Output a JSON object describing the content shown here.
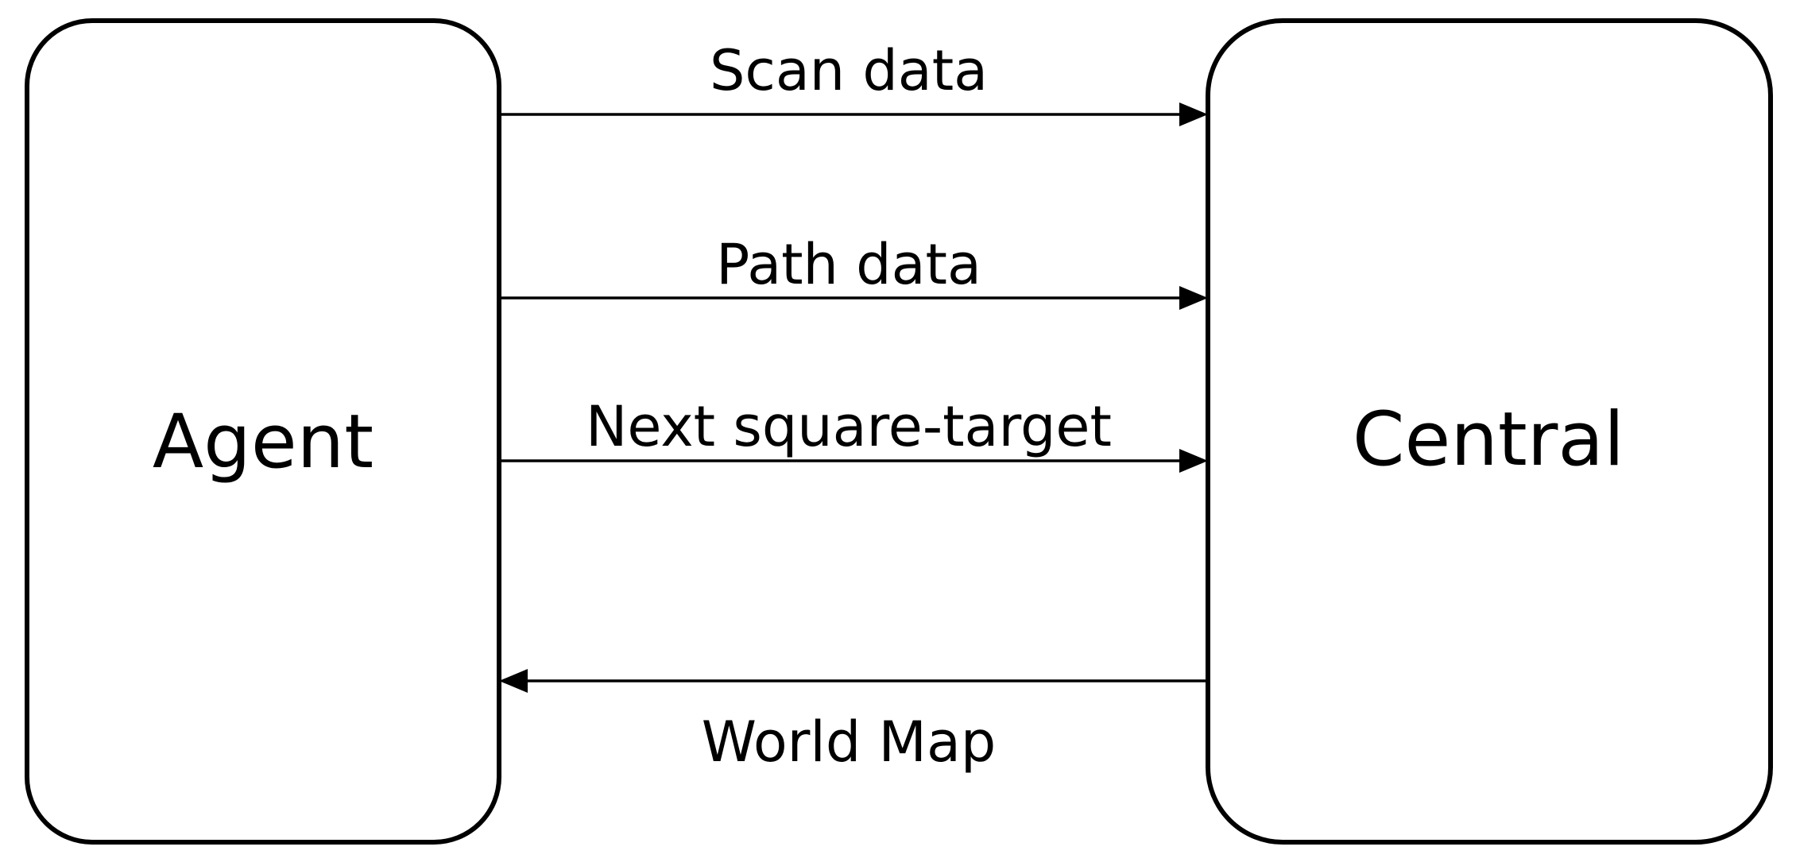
{
  "diagram": {
    "nodes": [
      {
        "id": "agent",
        "label": "Agent"
      },
      {
        "id": "central",
        "label": "Central"
      }
    ],
    "edges": [
      {
        "from": "agent",
        "to": "central",
        "label": "Scan data"
      },
      {
        "from": "agent",
        "to": "central",
        "label": "Path data"
      },
      {
        "from": "agent",
        "to": "central",
        "label": "Next square-target"
      },
      {
        "from": "central",
        "to": "agent",
        "label": "World Map"
      }
    ],
    "colors": {
      "stroke": "#000000",
      "fill": "#ffffff",
      "text": "#000000"
    }
  }
}
